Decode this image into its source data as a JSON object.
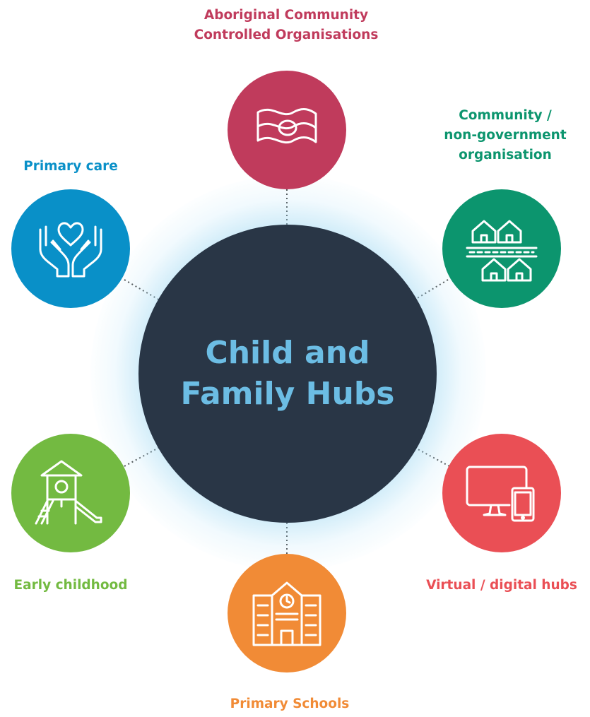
{
  "center": {
    "title_line1": "Child and",
    "title_line2": "Family Hubs",
    "color": "#293646",
    "text_color": "#6cbde4"
  },
  "nodes": [
    {
      "id": "aboriginal",
      "label_line1": "Aboriginal Community",
      "label_line2": "Controlled Organisations",
      "icon": "flag-icon",
      "color": "#c03b5c"
    },
    {
      "id": "primary_care",
      "label_line1": "Primary care",
      "icon": "hands-heart-icon",
      "color": "#0990c8"
    },
    {
      "id": "community",
      "label_line1": "Community /",
      "label_line2": "non-government",
      "label_line3": "organisation",
      "icon": "houses-icon",
      "color": "#0c956e"
    },
    {
      "id": "early_childhood",
      "label_line1": "Early childhood",
      "icon": "playground-slide-icon",
      "color": "#73ba41"
    },
    {
      "id": "virtual",
      "label_line1": "Virtual / digital hubs",
      "icon": "devices-icon",
      "color": "#ea4f55"
    },
    {
      "id": "schools",
      "label_line1": "Primary Schools",
      "icon": "school-building-icon",
      "color": "#f18b36"
    }
  ]
}
